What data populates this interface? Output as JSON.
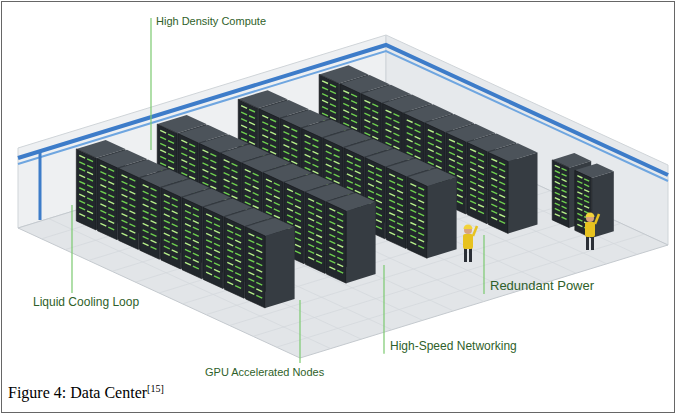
{
  "diagram": {
    "caption": "Figure 4: Data Center",
    "labels": [
      "High Density Compute",
      "Redundant Power",
      "Liquid Cooling Loop",
      "High-Speed Networking",
      "GPU Accelerated Nodes",
      "[15]"
    ]
  }
}
